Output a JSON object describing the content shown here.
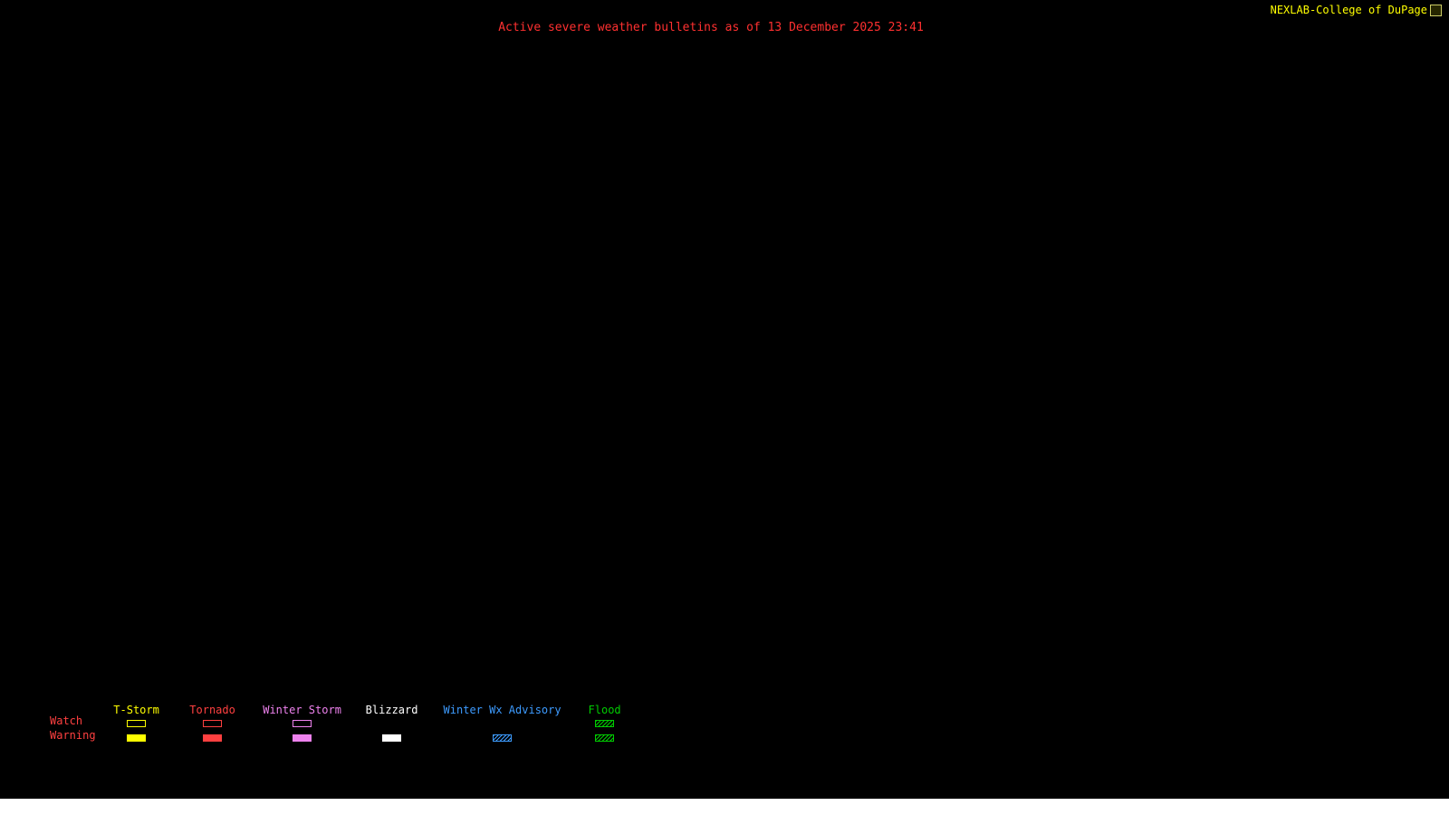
{
  "header": {
    "title": "Active severe weather bulletins as of 13 December 2025 23:41",
    "title_color": "#ff3030",
    "brand": "NEXLAB-College of DuPage",
    "brand_color": "#ffff00",
    "brand_icon": "logo-glyph"
  },
  "map": {
    "description": "blank-map-no-active-bulletins",
    "background": "#000000"
  },
  "legend": {
    "row_labels": {
      "watch": "Watch",
      "warning": "Warning"
    },
    "row_label_color": "#ff4040",
    "columns": [
      {
        "label": "T-Storm",
        "color": "#ffff00",
        "watch": "outline",
        "warning": "fill"
      },
      {
        "label": "Tornado",
        "color": "#ff4040",
        "watch": "outline",
        "warning": "fill"
      },
      {
        "label": "Winter Storm",
        "color": "#ee82ee",
        "watch": "outline",
        "warning": "fill"
      },
      {
        "label": "Blizzard",
        "color": "#ffffff",
        "watch": "none",
        "warning": "fill"
      },
      {
        "label": "Winter Wx Advisory",
        "color": "#3d9bff",
        "watch": "none",
        "warning": "hatch"
      },
      {
        "label": "Flood",
        "color": "#00cc00",
        "watch": "hatch",
        "warning": "hatch"
      }
    ]
  }
}
